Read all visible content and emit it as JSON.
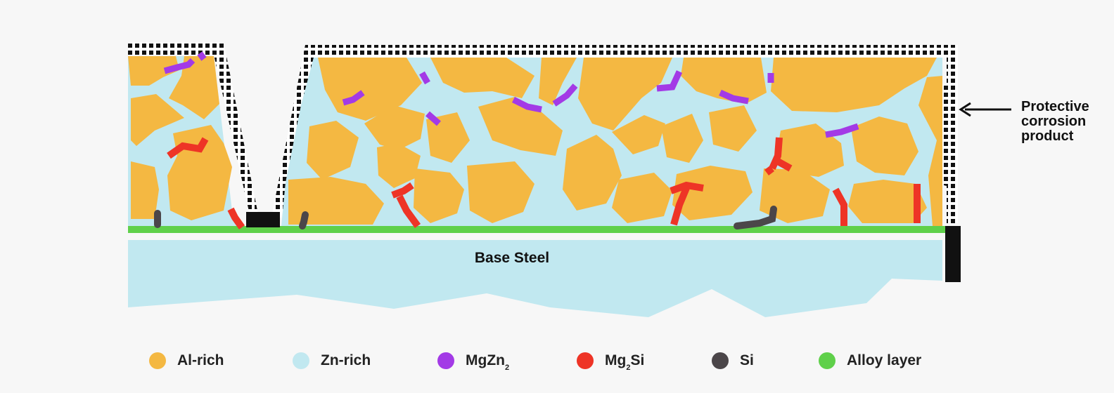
{
  "diagram": {
    "base_label": "Base Steel",
    "callout_lines": [
      "Protective",
      "corrosion",
      "product"
    ],
    "colors": {
      "al_rich": "#f4b842",
      "zn_rich": "#c1e8f0",
      "mgzn2": "#a33ae6",
      "mg2si": "#ee3426",
      "si": "#4b4649",
      "alloy_layer": "#5fd04a",
      "background": "#f7f7f7",
      "corrosion_dots": "#111111"
    }
  },
  "legend": [
    {
      "label": "Al-rich",
      "sub": "",
      "after": "",
      "color": "#f4b842"
    },
    {
      "label": "Zn-rich",
      "sub": "",
      "after": "",
      "color": "#c1e8f0"
    },
    {
      "label": "MgZn",
      "sub": "2",
      "after": "",
      "color": "#a33ae6"
    },
    {
      "label": "Mg",
      "sub": "2",
      "after": "Si",
      "color": "#ee3426"
    },
    {
      "label": "Si",
      "sub": "",
      "after": "",
      "color": "#4b4649"
    },
    {
      "label": "Alloy layer",
      "sub": "",
      "after": "",
      "color": "#5fd04a"
    }
  ]
}
